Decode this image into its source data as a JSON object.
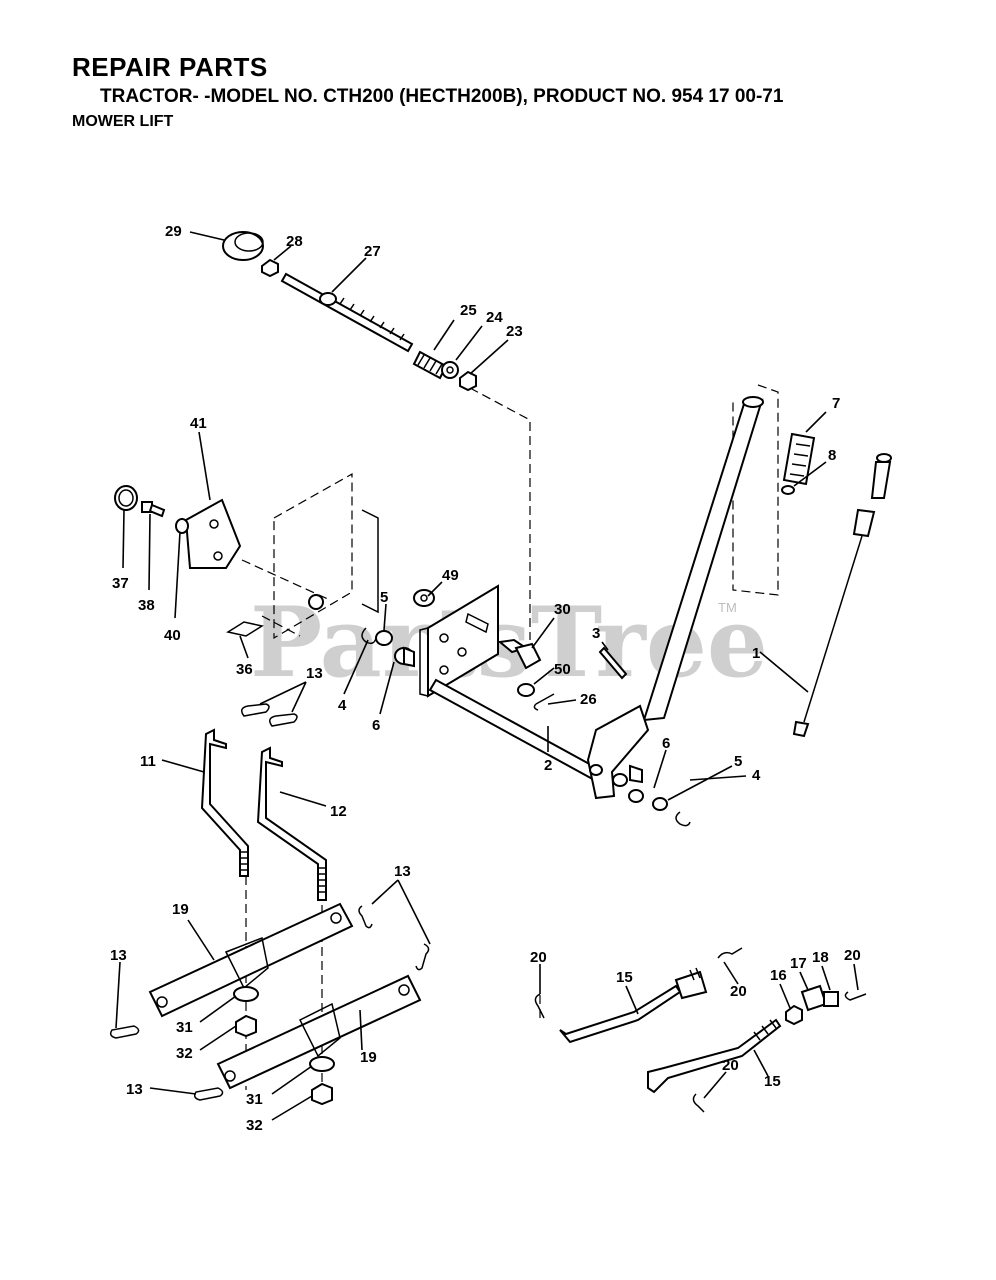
{
  "header": {
    "title": "REPAIR PARTS",
    "subtitle": "TRACTOR- -MODEL NO. CTH200 (HECTH200B), PRODUCT NO. 954 17 00-71",
    "section": "MOWER LIFT"
  },
  "watermark": {
    "text": "PartsTree",
    "tm": "TM"
  },
  "callouts": [
    {
      "id": "c29",
      "text": "29"
    },
    {
      "id": "c28",
      "text": "28"
    },
    {
      "id": "c27",
      "text": "27"
    },
    {
      "id": "c25",
      "text": "25"
    },
    {
      "id": "c24",
      "text": "24"
    },
    {
      "id": "c23",
      "text": "23"
    },
    {
      "id": "c41",
      "text": "41"
    },
    {
      "id": "c7",
      "text": "7"
    },
    {
      "id": "c8",
      "text": "8"
    },
    {
      "id": "c37",
      "text": "37"
    },
    {
      "id": "c38",
      "text": "38"
    },
    {
      "id": "c40",
      "text": "40"
    },
    {
      "id": "c49",
      "text": "49"
    },
    {
      "id": "c5a",
      "text": "5"
    },
    {
      "id": "c30",
      "text": "30"
    },
    {
      "id": "c3",
      "text": "3"
    },
    {
      "id": "c1",
      "text": "1"
    },
    {
      "id": "c36",
      "text": "36"
    },
    {
      "id": "c4a",
      "text": "4"
    },
    {
      "id": "c6a",
      "text": "6"
    },
    {
      "id": "c50",
      "text": "50"
    },
    {
      "id": "c26",
      "text": "26"
    },
    {
      "id": "c13a",
      "text": "13"
    },
    {
      "id": "c11",
      "text": "11"
    },
    {
      "id": "c12",
      "text": "12"
    },
    {
      "id": "c2",
      "text": "2"
    },
    {
      "id": "c6b",
      "text": "6"
    },
    {
      "id": "c5b",
      "text": "5"
    },
    {
      "id": "c4b",
      "text": "4"
    },
    {
      "id": "c13b",
      "text": "13"
    },
    {
      "id": "c19a",
      "text": "19"
    },
    {
      "id": "c13c",
      "text": "13"
    },
    {
      "id": "c31a",
      "text": "31"
    },
    {
      "id": "c32a",
      "text": "32"
    },
    {
      "id": "c19b",
      "text": "19"
    },
    {
      "id": "c13d",
      "text": "13"
    },
    {
      "id": "c31b",
      "text": "31"
    },
    {
      "id": "c32b",
      "text": "32"
    },
    {
      "id": "c20a",
      "text": "20"
    },
    {
      "id": "c15a",
      "text": "15"
    },
    {
      "id": "c20b",
      "text": "20"
    },
    {
      "id": "c16",
      "text": "16"
    },
    {
      "id": "c17",
      "text": "17"
    },
    {
      "id": "c18",
      "text": "18"
    },
    {
      "id": "c20c",
      "text": "20"
    },
    {
      "id": "c20d",
      "text": "20"
    },
    {
      "id": "c15b",
      "text": "15"
    }
  ]
}
